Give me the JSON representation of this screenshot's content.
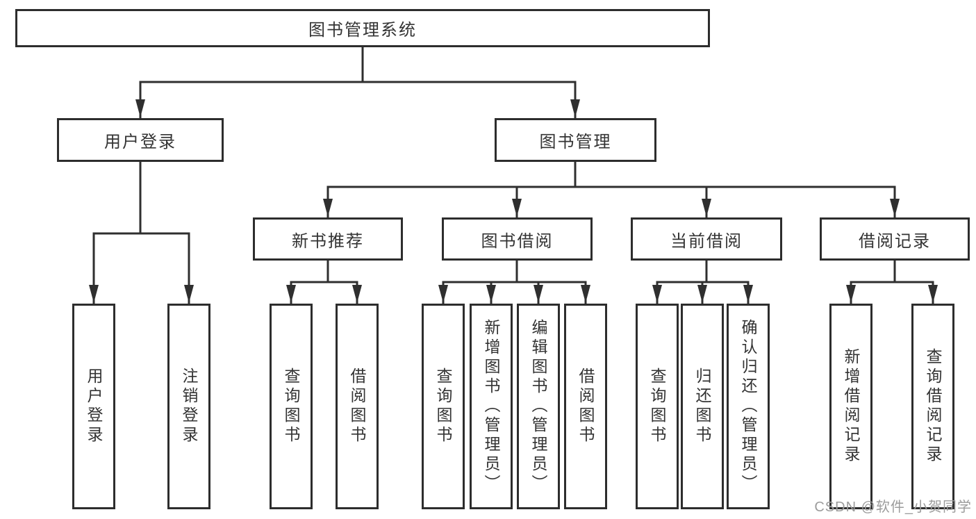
{
  "tree": {
    "root": {
      "label": "图书管理系统",
      "children": [
        {
          "label": "用户登录",
          "children": [
            {
              "label": "用户登录"
            },
            {
              "label": "注销登录"
            }
          ]
        },
        {
          "label": "图书管理",
          "children": [
            {
              "label": "新书推荐",
              "children": [
                {
                  "label": "查询图书"
                },
                {
                  "label": "借阅图书"
                }
              ]
            },
            {
              "label": "图书借阅",
              "children": [
                {
                  "label": "查询图书"
                },
                {
                  "label": "新增图书（管理员）"
                },
                {
                  "label": "编辑图书（管理员）"
                },
                {
                  "label": "借阅图书"
                }
              ]
            },
            {
              "label": "当前借阅",
              "children": [
                {
                  "label": "查询图书"
                },
                {
                  "label": "归还图书"
                },
                {
                  "label": "确认归还（管理员）"
                }
              ]
            },
            {
              "label": "借阅记录",
              "children": [
                {
                  "label": "新增借阅记录"
                },
                {
                  "label": "查询借阅记录"
                }
              ]
            }
          ]
        }
      ]
    }
  },
  "watermark": {
    "text": "CSDN @软件_小贺同学",
    "color": "#9c9c9c"
  },
  "colors": {
    "line": "#2f2f2f",
    "border": "#2d2d2d",
    "text": "#333333",
    "background": "#ffffff"
  }
}
